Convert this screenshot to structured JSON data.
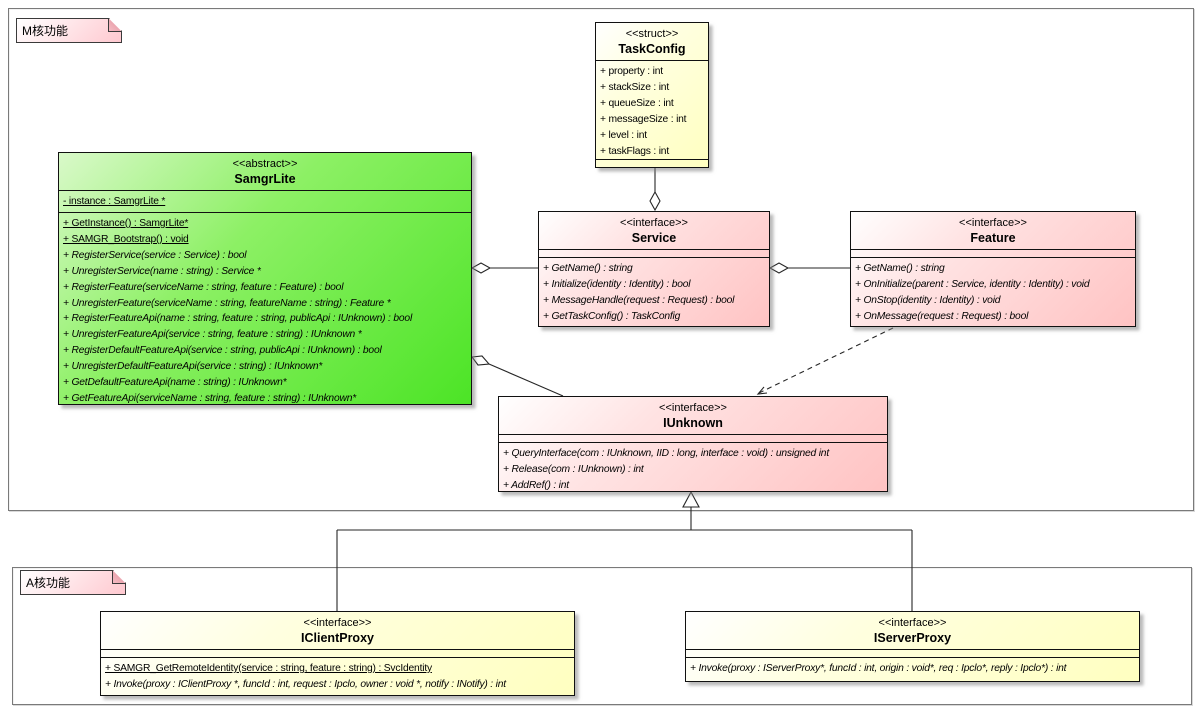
{
  "notes": {
    "m": "M核功能",
    "a": "A核功能"
  },
  "classes": {
    "taskconfig": {
      "stereotype": "<<struct>>",
      "name": "TaskConfig",
      "attributes": [
        "+ property : int",
        "+ stackSize : int",
        "+ queueSize : int",
        "+ messageSize : int",
        "+ level : int",
        "+ taskFlags : int"
      ],
      "methods": []
    },
    "samgrlite": {
      "stereotype": "<<abstract>>",
      "name": "SamgrLite",
      "attributes": [
        "- instance : SamgrLite *"
      ],
      "methods": [
        "+ GetInstance() : SamgrLite*",
        "+ SAMGR_Bootstrap() : void",
        "+ RegisterService(service : Service) : bool",
        "+ UnregisterService(name : string) : Service *",
        "+ RegisterFeature(serviceName : string, feature : Feature) : bool",
        "+ UnregisterFeature(serviceName : string, featureName : string) : Feature *",
        "+ RegisterFeatureApi(name : string, feature : string, publicApi : IUnknown) : bool",
        "+ UnregisterFeatureApi(service : string, feature : string) : IUnknown *",
        "+ RegisterDefaultFeatureApi(service : string, publicApi : IUnknown) : bool",
        "+ UnregisterDefaultFeatureApi(service : string) : IUnknown*",
        "+ GetDefaultFeatureApi(name : string) : IUnknown*",
        "+ GetFeatureApi(serviceName : string, feature : string) : IUnknown*"
      ]
    },
    "service": {
      "stereotype": "<<interface>>",
      "name": "Service",
      "attributes": [],
      "methods": [
        "+ GetName() : string",
        "+ Initialize(identity : Identity) : bool",
        "+ MessageHandle(request : Request) : bool",
        "+ GetTaskConfig() : TaskConfig"
      ]
    },
    "feature": {
      "stereotype": "<<interface>>",
      "name": "Feature",
      "attributes": [],
      "methods": [
        "+ GetName() : string",
        "+ OnInitialize(parent : Service, identity : Identity) : void",
        "+ OnStop(identity : Identity) : void",
        "+ OnMessage(request : Request) : bool"
      ]
    },
    "iunknown": {
      "stereotype": "<<interface>>",
      "name": "IUnknown",
      "attributes": [],
      "methods": [
        "+ QueryInterface(com : IUnknown, IID : long, interface : void) : unsigned int",
        "+ Release(com : IUnknown) : int",
        "+ AddRef() : int"
      ]
    },
    "iclientproxy": {
      "stereotype": "<<interface>>",
      "name": "IClientProxy",
      "attributes": [],
      "methods": [
        "+ SAMGR_GetRemoteIdentity(service : string, feature : string) : SvcIdentity",
        "+ Invoke(proxy : IClientProxy *, funcId : int, request : Ipclo, owner : void *, notify : INotify) : int"
      ]
    },
    "iserverproxy": {
      "stereotype": "<<interface>>",
      "name": "IServerProxy",
      "attributes": [],
      "methods": [
        "+ Invoke(proxy : IServerProxy*, funcId : int, origin : void*, req : Ipclo*, reply : Ipclo*) : int"
      ]
    }
  },
  "colors": {
    "abstract_green": "#4ce426",
    "interface_pink": "#ffc3c3",
    "struct_yellow": "#ffffc0",
    "note_pink": "#ffc9d0",
    "line": "#262626"
  }
}
